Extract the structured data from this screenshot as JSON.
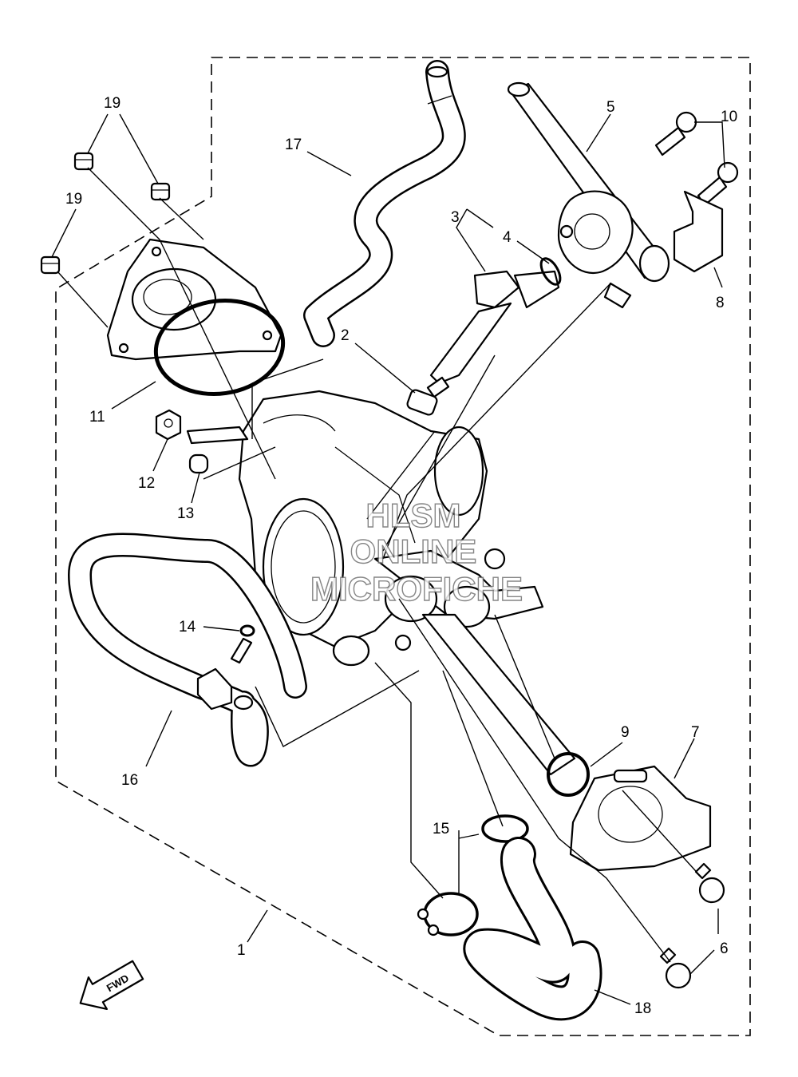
{
  "diagram": {
    "callouts": [
      "1",
      "2",
      "3",
      "4",
      "5",
      "6",
      "7",
      "8",
      "9",
      "10",
      "11",
      "12",
      "13",
      "14",
      "15",
      "16",
      "17",
      "18",
      "19",
      "19"
    ],
    "fwd_label": "FWD",
    "watermark": [
      "HLSM",
      "ONLINE",
      "MICROFICHE"
    ]
  }
}
